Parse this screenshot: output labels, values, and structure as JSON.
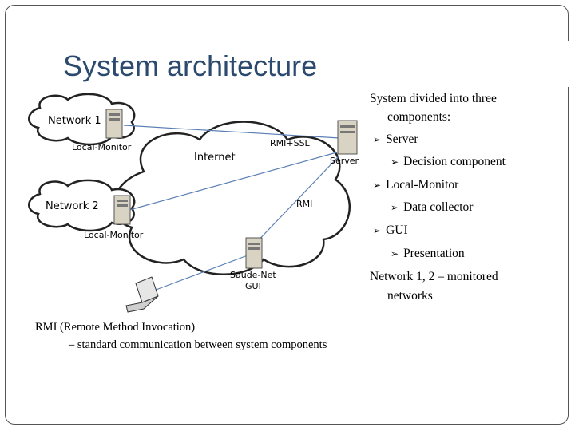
{
  "slide": {
    "title": "System architecture"
  },
  "diagram": {
    "network1": "Network 1",
    "network2": "Network 2",
    "internet": "Internet",
    "server": "Server",
    "local_monitor_1": "Local-Monitor",
    "local_monitor_2": "Local-Monitor",
    "rmi_ssl": "RMI+SSL",
    "rmi": "RMI",
    "gui_line1": "Saude-Net",
    "gui_line2": "GUI"
  },
  "bullets": {
    "intro_line1": "System divided into three",
    "intro_line2": "components:",
    "server": "Server",
    "server_sub": "Decision component",
    "local_monitor": "Local-Monitor",
    "local_monitor_sub": "Data collector",
    "gui": "GUI",
    "gui_sub": "Presentation",
    "networks_line1": "Network 1, 2 – monitored",
    "networks_line2": "networks",
    "arrow_glyph": "➢"
  },
  "footnote": {
    "line1": "RMI (Remote Method Invocation)",
    "line2": "– standard communication between system components"
  }
}
